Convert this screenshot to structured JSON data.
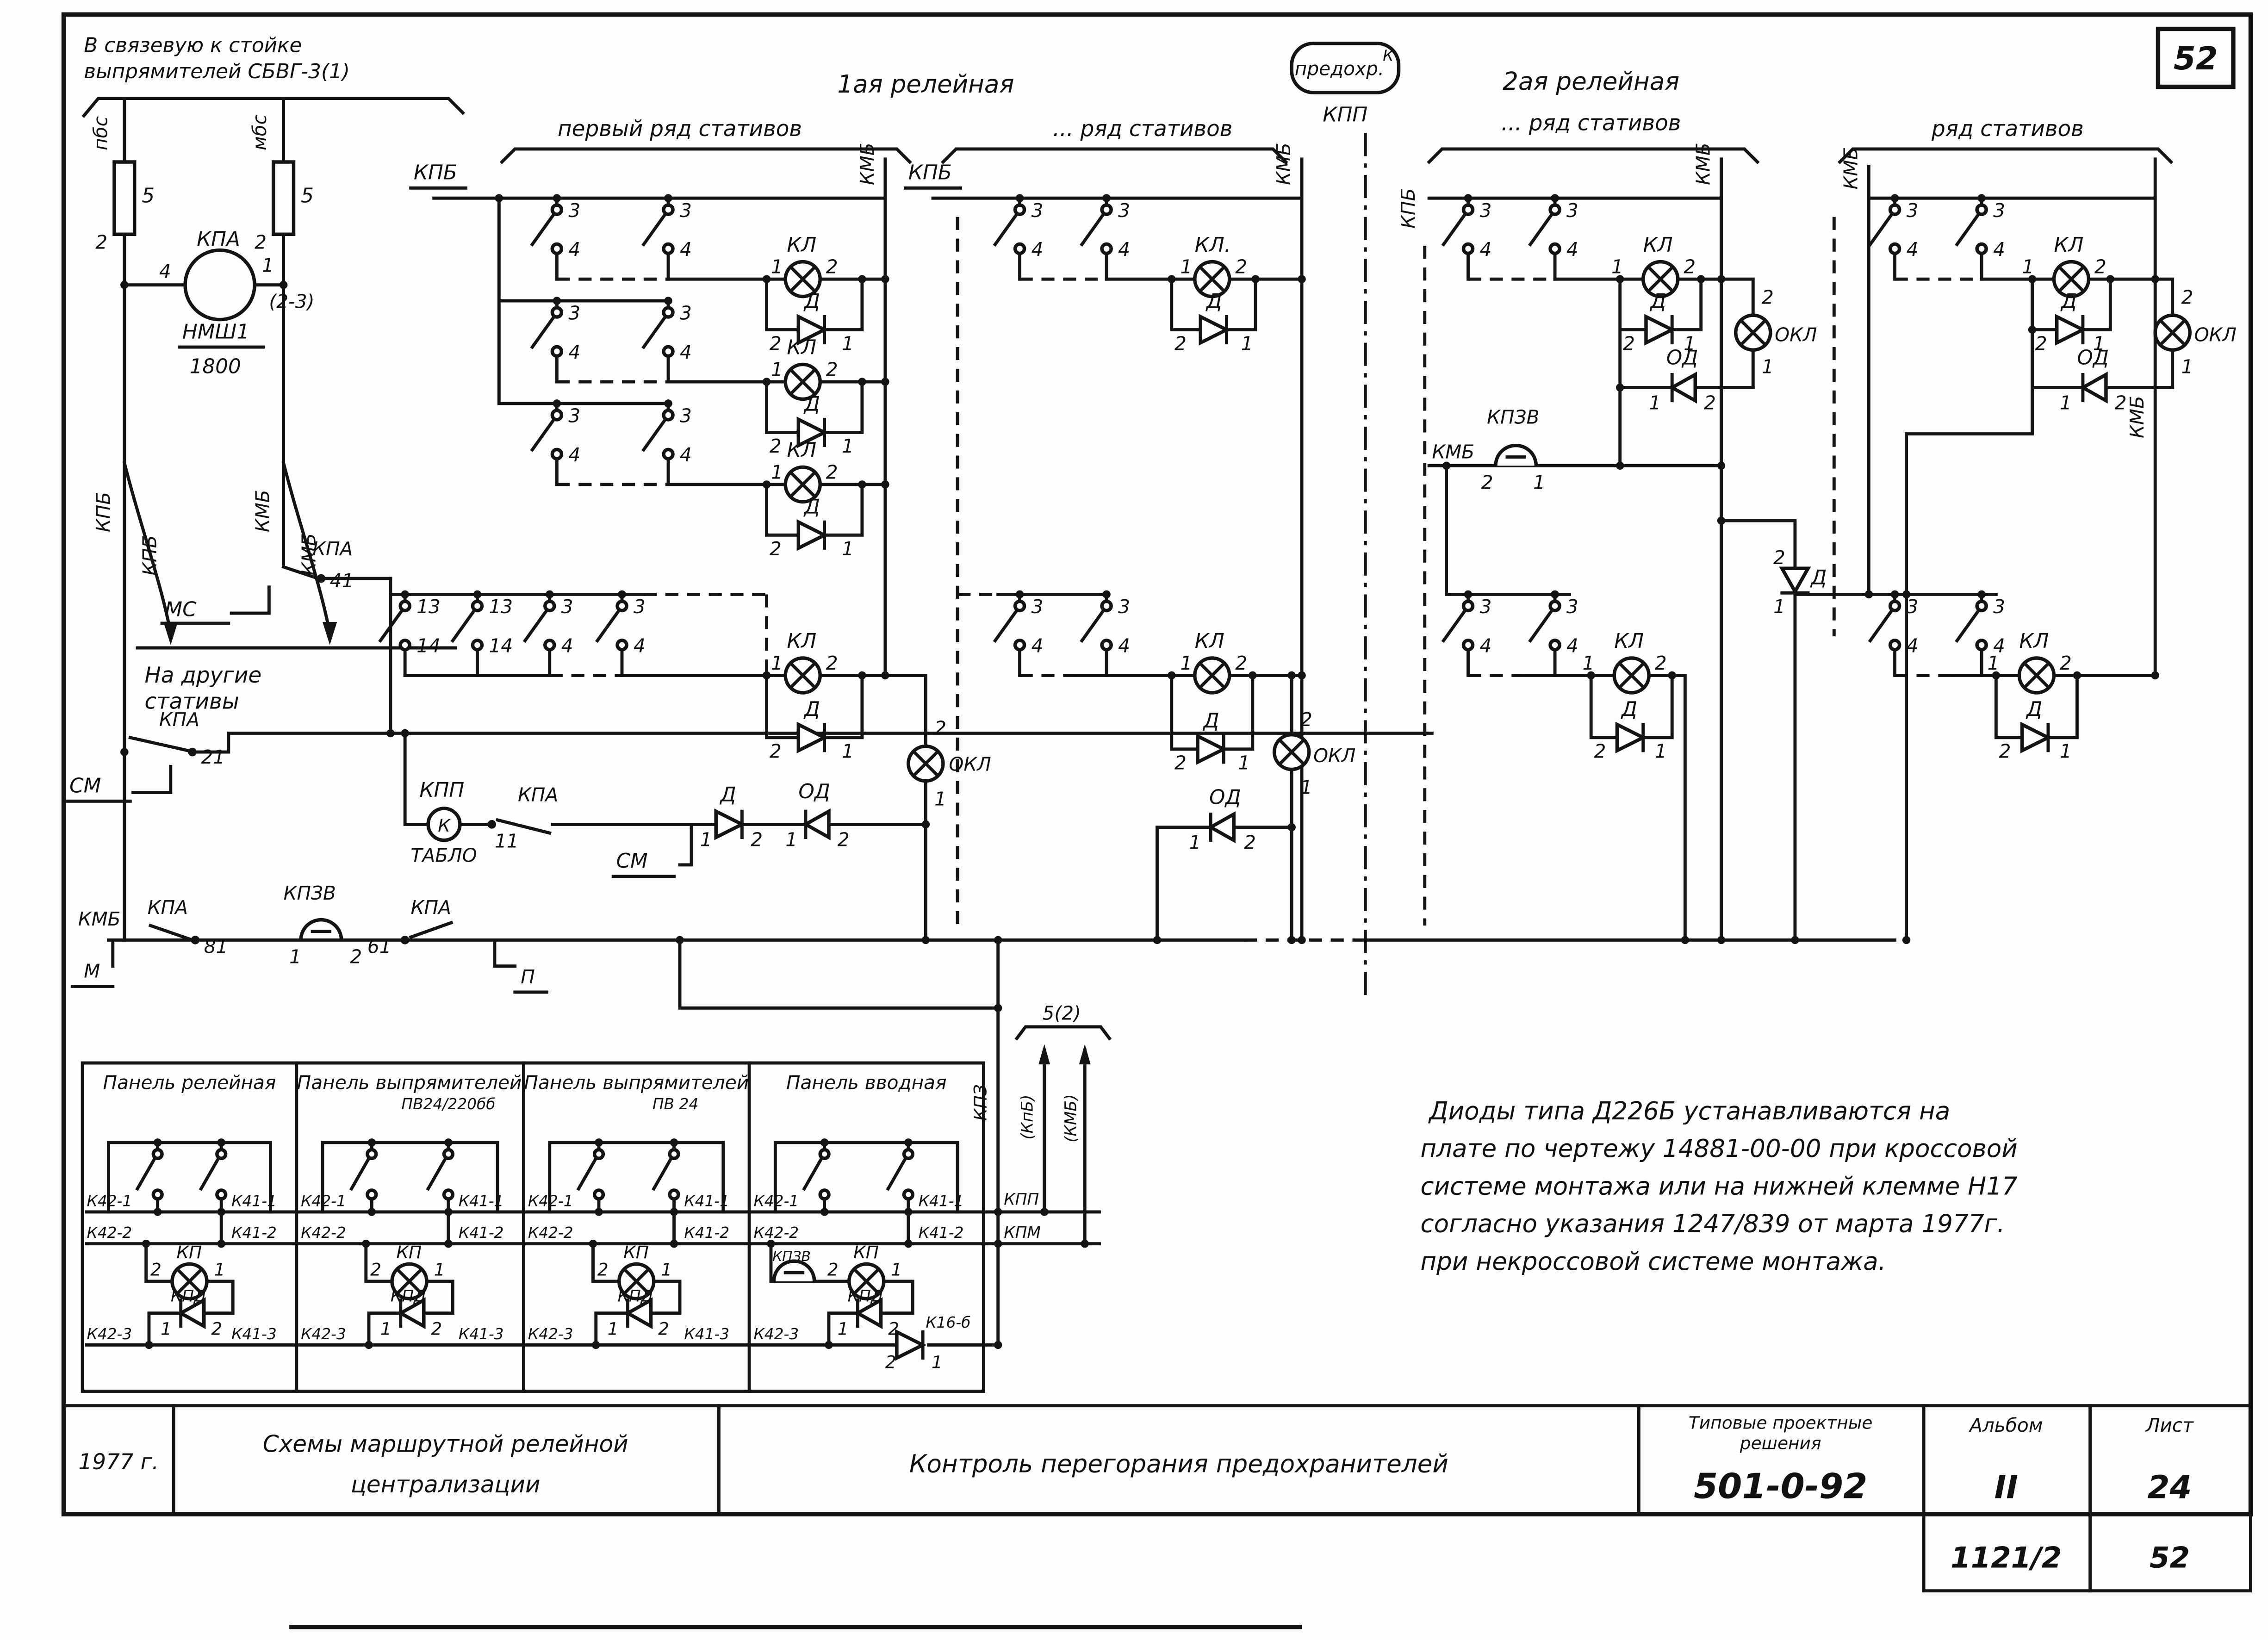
{
  "page_no": "52",
  "corner_note": {
    "l1": "В связевую к стойке",
    "l2": "выпрямителей СБВГ-3(1)"
  },
  "headers": {
    "relay1": "1ая релейная",
    "row1": "первый ряд стативов",
    "row_dots": "... ряд стативов",
    "relay2": "2ая релейная",
    "row_plain": "ряд стативов"
  },
  "badge": {
    "label": "предохр.",
    "sup": "К",
    "sub": "КПП"
  },
  "other_stativs": {
    "l1": "На другие",
    "l2": "стативы"
  },
  "t": {
    "n1": "1",
    "n2": "2",
    "n3": "3",
    "n4": "4",
    "n5": "5",
    "n13": "13",
    "n14": "14",
    "n11": "11",
    "n21": "21",
    "n41": "41",
    "n61": "61",
    "n81": "81",
    "n23": "(2-3)",
    "kpa": "КПА",
    "kpb": "КПБ",
    "kmb": "КМБ",
    "kl": "КЛ",
    "kld": "КЛ.",
    "d": "Д",
    "od": "ОД",
    "okl": "ОКЛ",
    "kp": "КП",
    "kpd": "КПД",
    "kpp": "КПП",
    "kpm": "КПМ",
    "kpz": "КПЗ",
    "kpzv": "КПЗВ",
    "k": "К",
    "nmsh": "НМШ1",
    "v1800": "1800",
    "pbs": "пбс",
    "mbs": "мбс",
    "tablo": "ТАБЛО",
    "ms": "МС",
    "sm": "СМ",
    "m": "М",
    "p": "П",
    "k16": "К16-б",
    "five2": "5(2)",
    "kpb_par": "(КпБ)",
    "kmb_par": "(КМБ)"
  },
  "panels": [
    {
      "title": "Панель релейная",
      "subtitle": ""
    },
    {
      "title": "Панель выпрямителей",
      "subtitle": "ПВ24/220бб"
    },
    {
      "title": "Панель выпрямителей",
      "subtitle": "ПВ 24"
    },
    {
      "title": "Панель вводная",
      "subtitle": ""
    }
  ],
  "panel_terms": {
    "k42_1": "К42-1",
    "k41_1": "К41-1",
    "k42_2": "К42-2",
    "k41_2": "К41-2",
    "k42_3": "К42-3",
    "k41_3": "К41-3"
  },
  "note": {
    "l1": "Диоды типа Д226Б устанавливаются на",
    "l2": "плате по чертежу 14881-00-00 при кроссовой",
    "l3": "системе монтажа или на нижней клемме Н17",
    "l4": "согласно указания 1247/839 от марта 1977г.",
    "l5": "при некроссовой системе монтажа."
  },
  "title_block": {
    "year": "1977 г.",
    "project_l1": "Схемы маршрутной релейной",
    "project_l2": "централизации",
    "sheet_title": "Контроль перегорания предохранителей",
    "org_l1": "Типовые проектные",
    "org_l2": "решения",
    "doc_no": "501-0-92",
    "album_label": "Альбом",
    "album": "II",
    "list_label": "Лист",
    "list": "24",
    "inv": "1121/2",
    "list2": "52"
  }
}
